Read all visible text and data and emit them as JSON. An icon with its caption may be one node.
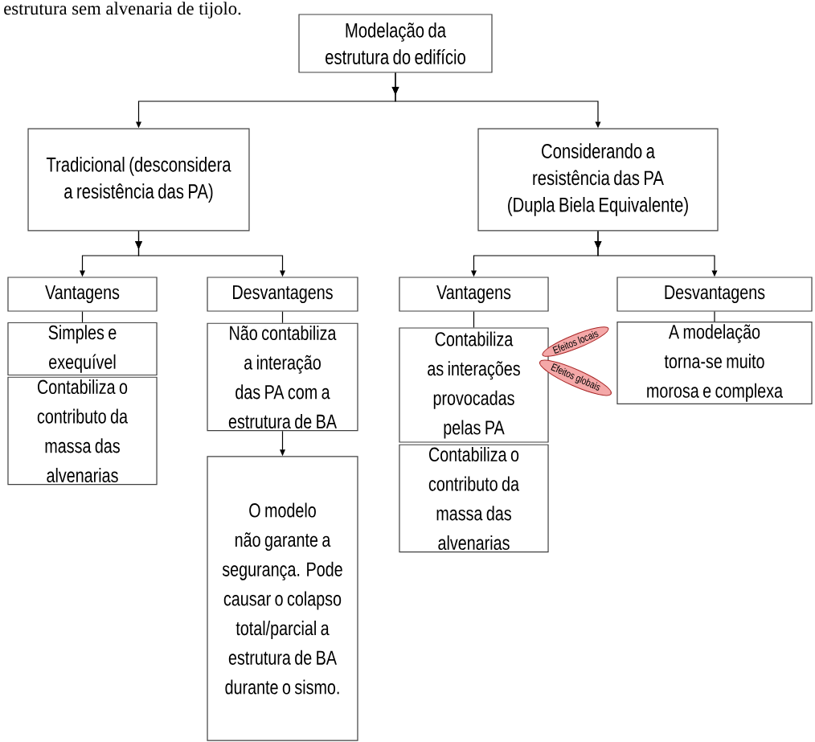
{
  "diagram": {
    "nodes": [
      {
        "text": [
          "Modelação da estrutura do edifício"
        ]
      },
      {
        "text": [
          "Tradicional (desconsidera a resistência das PA)"
        ]
      },
      {
        "text": [
          "Considerando a resistência das PA (Dupla Biela Equivalente)"
        ]
      },
      {
        "text": [
          "Vantagens"
        ]
      },
      {
        "text": [
          "Desvantagens"
        ]
      },
      {
        "text": [
          "Vantagens"
        ]
      },
      {
        "text": [
          "Desvantagens"
        ]
      },
      {
        "text": [
          "Simples e exequível"
        ]
      },
      {
        "text": [
          "Contabiliza o contributo da massa das alvenarias"
        ]
      },
      {
        "text": [
          "Não contabiliza a interação das PA com a estrutura de BA"
        ]
      },
      {
        "text": [
          "O modelo não garante a segurança. Pode causar o colapso total/parcial a estrutura de BA durante o sismo."
        ]
      },
      {
        "text": [
          "Contabiliza as interações provocadas pelas PA"
        ]
      },
      {
        "text": [
          "Contabiliza o contributo da massa das alvenarias"
        ]
      },
      {
        "text": [
          "A modelação torna-se muito morosa e complexa"
        ]
      },
      {
        "text": [
          "Efeitos locais"
        ]
      },
      {
        "text": [
          "Efeitos globais"
        ]
      }
    ],
    "edges": [
      {
        "from": 0,
        "to": 1,
        "arrow": "to"
      },
      {
        "from": 0,
        "to": 2,
        "arrow": "to"
      },
      {
        "from": 1,
        "to": 3,
        "arrow": "to"
      },
      {
        "from": 1,
        "to": 4,
        "arrow": "to"
      },
      {
        "from": 2,
        "to": 5,
        "arrow": "to"
      },
      {
        "from": 2,
        "to": 6,
        "arrow": "to"
      },
      {
        "from": 3,
        "to": 7,
        "arrow": "none"
      },
      {
        "from": 4,
        "to": 9,
        "arrow": "none"
      },
      {
        "from": 5,
        "to": 11,
        "arrow": "none"
      },
      {
        "from": 6,
        "to": 13,
        "arrow": "none"
      },
      {
        "from": 9,
        "to": 10,
        "arrow": "to"
      }
    ],
    "labels": [
      "estrutura sem alvenaria de tijolo."
    ]
  }
}
